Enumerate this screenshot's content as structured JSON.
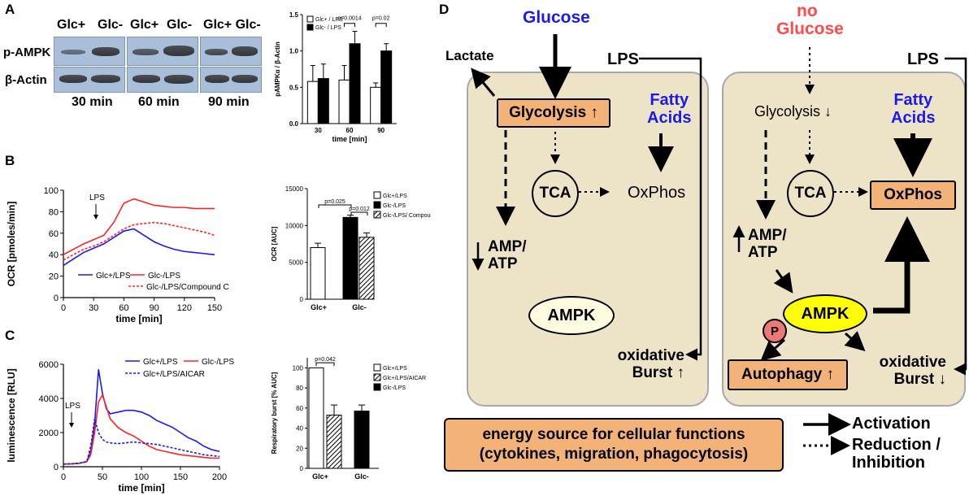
{
  "panel_labels": {
    "a": "A",
    "b": "B",
    "c": "C",
    "d": "D"
  },
  "panelA": {
    "blot_groups": [
      {
        "lanes": [
          "Glc+",
          "Glc-"
        ],
        "time": "30 min"
      },
      {
        "lanes": [
          "Glc+",
          "Glc-"
        ],
        "time": "60 min"
      },
      {
        "lanes": [
          "Glc+ Glc-"
        ],
        "time": "90 min"
      }
    ],
    "row_labels": [
      "p-AMPK",
      "β-Actin"
    ],
    "chart_data": {
      "type": "bar",
      "categories": [
        "30",
        "60",
        "90"
      ],
      "series": [
        {
          "name": "Glc+ / LPS",
          "values": [
            0.58,
            0.6,
            0.5
          ],
          "errors": [
            0.22,
            0.2,
            0.06
          ]
        },
        {
          "name": "Glc- / LPS",
          "values": [
            0.62,
            1.1,
            1.0
          ],
          "errors": [
            0.2,
            0.17,
            0.1
          ]
        }
      ],
      "xlabel": "time [min]",
      "ylabel": "pAMPKα / β-Actin",
      "ylim": [
        0,
        1.5
      ],
      "yticks": [
        "0.0",
        "0.5",
        "1.0",
        "1.5"
      ],
      "annotations": [
        "p=0.0014",
        "p=0.02"
      ]
    }
  },
  "panelB": {
    "line_chart": {
      "type": "line",
      "x": [
        0,
        10,
        20,
        30,
        40,
        50,
        60,
        70,
        80,
        90,
        100,
        110,
        120,
        130,
        140,
        150
      ],
      "series": [
        {
          "name": "Glc+/LPS",
          "values": [
            30,
            36,
            42,
            46,
            50,
            56,
            62,
            64,
            58,
            52,
            48,
            45,
            43,
            42,
            41,
            40
          ]
        },
        {
          "name": "Glc-/LPS",
          "values": [
            40,
            45,
            50,
            54,
            58,
            70,
            88,
            92,
            89,
            86,
            85,
            84,
            84,
            83,
            83,
            83
          ]
        },
        {
          "name": "Glc-/LPS/Compound C",
          "values": [
            35,
            40,
            45,
            48,
            52,
            58,
            64,
            68,
            69,
            70,
            69,
            67,
            65,
            63,
            61,
            58
          ]
        }
      ],
      "xlabel": "time [min]",
      "ylabel": "OCR [pmoles/min]",
      "xlim": [
        0,
        150
      ],
      "ylim": [
        0,
        100
      ],
      "xticks": [
        "0",
        "30",
        "60",
        "90",
        "120",
        "150"
      ],
      "yticks": [
        "0",
        "20",
        "40",
        "60",
        "80",
        "100"
      ],
      "annotation": "LPS"
    },
    "bar_chart": {
      "type": "bar",
      "series": [
        {
          "name": "Glc+/LPS",
          "values": [
            7000
          ],
          "errors": [
            600
          ]
        },
        {
          "name": "Glc-/LPS",
          "values": [
            11100
          ],
          "errors": [
            300
          ]
        },
        {
          "name": "Glc-/LPS/ Compound C",
          "values": [
            8400
          ],
          "errors": [
            600
          ]
        }
      ],
      "categories": [
        "Glc+",
        "Glc-"
      ],
      "ylabel": "OCR [AUC]",
      "ylim": [
        0,
        15000
      ],
      "yticks": [
        "0",
        "5000",
        "10000",
        "15000"
      ],
      "annotations": [
        "p=0.025",
        "p=0.012"
      ]
    }
  },
  "panelC": {
    "line_chart": {
      "type": "line",
      "x": [
        0,
        10,
        20,
        30,
        35,
        40,
        45,
        50,
        55,
        60,
        70,
        80,
        90,
        100,
        110,
        120,
        130,
        140,
        150,
        160,
        170,
        180,
        190,
        200
      ],
      "series": [
        {
          "name": "Glc+/LPS",
          "values": [
            150,
            170,
            200,
            300,
            900,
            2500,
            5700,
            4300,
            3400,
            3100,
            3200,
            3300,
            3300,
            3200,
            3000,
            2700,
            2500,
            2300,
            2000,
            1700,
            1500,
            1200,
            1000,
            900
          ]
        },
        {
          "name": "Glc-/LPS",
          "values": [
            150,
            170,
            200,
            300,
            700,
            2000,
            3800,
            4200,
            3500,
            2800,
            2300,
            2000,
            1800,
            1500,
            1200,
            1000,
            900,
            800,
            700,
            650,
            600,
            550,
            500,
            500
          ]
        },
        {
          "name": "Glc+/LPS/AICAR",
          "values": [
            150,
            170,
            200,
            300,
            1200,
            2800,
            2000,
            1600,
            1450,
            1400,
            1350,
            1400,
            1450,
            1400,
            1350,
            1300,
            1200,
            1100,
            1000,
            900,
            800,
            700,
            650,
            600
          ]
        }
      ],
      "xlabel": "time [min]",
      "ylabel": "luminescence [RLU]",
      "xlim": [
        0,
        200
      ],
      "ylim": [
        0,
        6000
      ],
      "xticks": [
        "0",
        "50",
        "100",
        "150",
        "200"
      ],
      "yticks": [
        "0",
        "2000",
        "4000",
        "6000"
      ],
      "annotation": "LPS"
    },
    "bar_chart": {
      "type": "bar",
      "series": [
        {
          "name": "Glc+/LPS",
          "values": [
            100
          ],
          "errors": [
            0
          ]
        },
        {
          "name": "Glc+/LPS/AICAR",
          "values": [
            53
          ],
          "errors": [
            10
          ]
        },
        {
          "name": "Glc-/LPS",
          "values": [
            57
          ],
          "errors": [
            6
          ]
        }
      ],
      "categories": [
        "Glc+",
        "Glc-"
      ],
      "ylabel": "Respiratory burst [% AUC]",
      "ylim": [
        0,
        110
      ],
      "yticks": [
        "0",
        "20",
        "40",
        "60",
        "80",
        "100"
      ],
      "annotations": [
        "p=0.042"
      ]
    }
  },
  "panelD": {
    "glucose": "Glucose",
    "no_glucose_1": "no",
    "no_glucose_2": "Glucose",
    "lactate": "Lactate",
    "lps": "LPS",
    "glycolysis_up": "Glycolysis ↑",
    "glycolysis_down": "Glycolysis ↓",
    "fatty1": "Fatty",
    "fatty2": "Acids",
    "tca": "TCA",
    "oxphos": "OxPhos",
    "amp1": "AMP/",
    "amp2": "ATP",
    "ampk": "AMPK",
    "p": "P",
    "oxid1": "oxidative",
    "oxid_up": "Burst ↑",
    "oxid_down": "Burst ↓",
    "autophagy": "Autophagy ↑",
    "energy1": "energy source for cellular functions",
    "energy2": "(cytokines, migration, phagocytosis)",
    "legend_activation": "Activation",
    "legend_reduction1": "Reduction /",
    "legend_reduction2": "Inhibition",
    "colors": {
      "blue": "#1a1aee",
      "red": "#ff4a4a",
      "cell": "#ede4c8",
      "orange": "#f3b378",
      "ampk_yellow": "#ffff00",
      "p_pink": "#ee7777"
    }
  }
}
